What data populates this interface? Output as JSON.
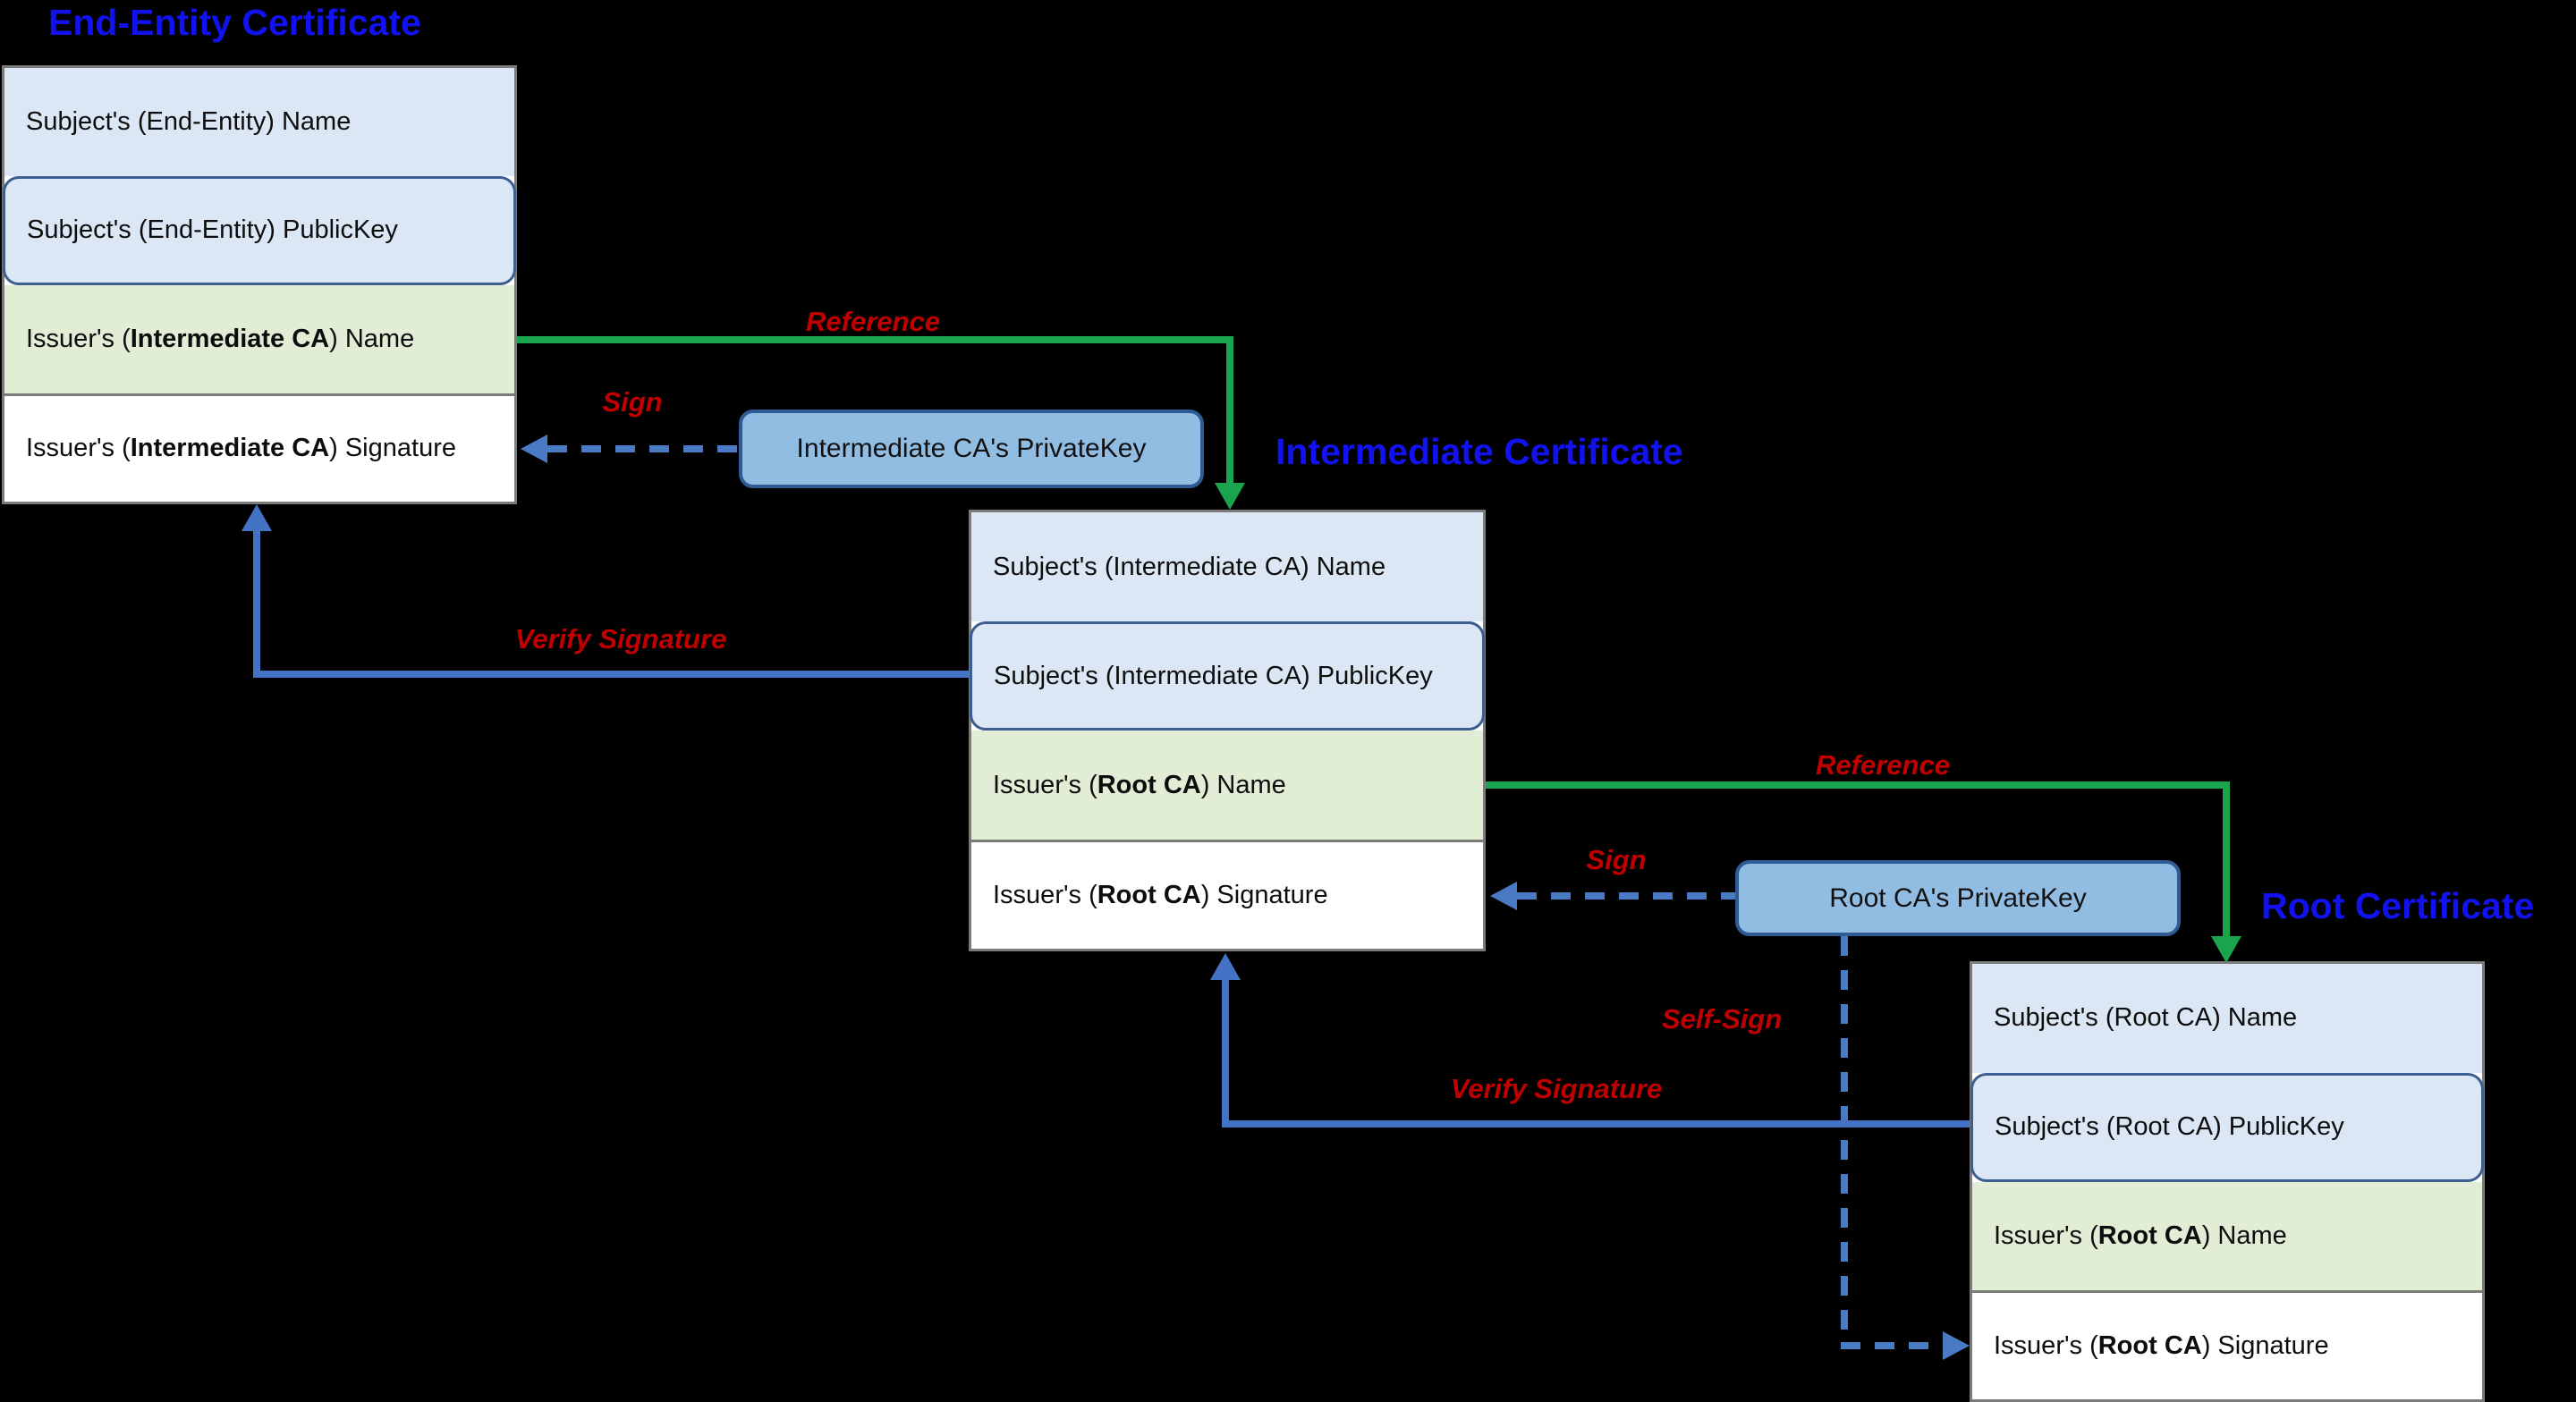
{
  "diagram_type": "certificate-chain-of-trust",
  "colors": {
    "background": "#000000",
    "title_blue": "#1212f0",
    "label_red": "#c00000",
    "reference_arrow_green": "#1aa44e",
    "verify_arrow_blue": "#4472c4",
    "sign_arrow_dashed_blue": "#4a7ac4",
    "row_light_blue": "#dbe7f4",
    "row_green": "#e2edd6",
    "row_white": "#ffffff",
    "publickey_border": "#3d5e90",
    "privatekey_fill": "#92bde3",
    "privatekey_border": "#2f5b94",
    "box_border_gray": "#7b7b7b"
  },
  "certificates": [
    {
      "title": "End-Entity Certificate",
      "rows": [
        {
          "pre": "Subject's (End-Entity) Name",
          "bold": "",
          "post": ""
        },
        {
          "pre": "Subject's (End-Entity) PublicKey",
          "bold": "",
          "post": ""
        },
        {
          "pre": "Issuer's (",
          "bold": "Intermediate CA",
          "post": ") Name"
        },
        {
          "pre": "Issuer's (",
          "bold": "Intermediate CA",
          "post": ") Signature"
        }
      ]
    },
    {
      "title": "Intermediate Certificate",
      "rows": [
        {
          "pre": "Subject's (Intermediate CA) Name",
          "bold": "",
          "post": ""
        },
        {
          "pre": "Subject's (Intermediate CA) PublicKey",
          "bold": "",
          "post": ""
        },
        {
          "pre": "Issuer's (",
          "bold": "Root CA",
          "post": ") Name"
        },
        {
          "pre": "Issuer's (",
          "bold": "Root CA",
          "post": ") Signature"
        }
      ]
    },
    {
      "title": "Root Certificate",
      "rows": [
        {
          "pre": "Subject's (Root CA) Name",
          "bold": "",
          "post": ""
        },
        {
          "pre": "Subject's (Root CA) PublicKey",
          "bold": "",
          "post": ""
        },
        {
          "pre": "Issuer's (",
          "bold": "Root CA",
          "post": ") Name"
        },
        {
          "pre": "Issuer's (",
          "bold": "Root CA",
          "post": ") Signature"
        }
      ]
    }
  ],
  "private_keys": [
    {
      "label": "Intermediate CA's PrivateKey"
    },
    {
      "label": "Root CA's PrivateKey"
    }
  ],
  "arrow_labels": {
    "reference_1": "Reference",
    "sign_1": "Sign",
    "verify_1": "Verify Signature",
    "reference_2": "Reference",
    "sign_2": "Sign",
    "verify_2": "Verify Signature",
    "self_sign": "Self-Sign"
  }
}
